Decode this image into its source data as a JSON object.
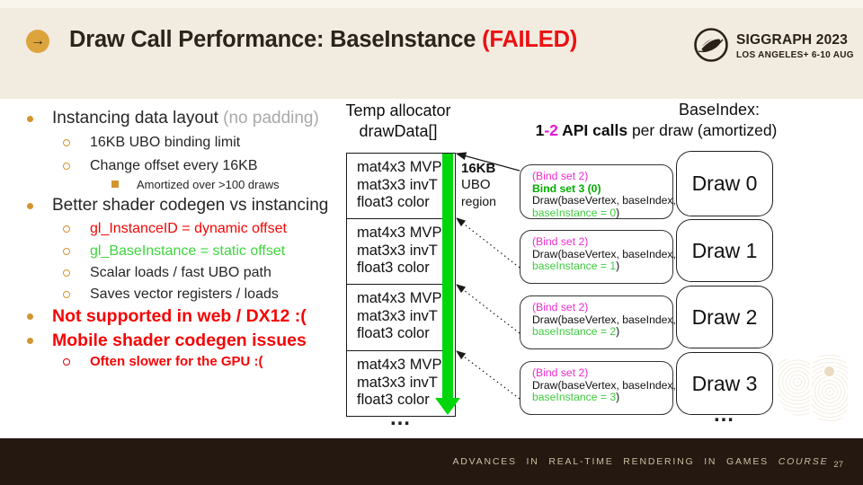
{
  "header": {
    "arrow_glyph": "→",
    "title": "Draw Call Performance: BaseInstance",
    "title_failed": " (FAILED)",
    "logo": {
      "line1": "SIGGRAPH 2023",
      "line2": "LOS ANGELES+  6-10 AUG"
    }
  },
  "left_list": {
    "items": [
      {
        "text": "Instancing data layout ",
        "suffix": "(no padding)"
      },
      {
        "text": "16KB UBO binding limit"
      },
      {
        "text": "Change offset every 16KB"
      },
      {
        "text": "Amortized over >100 draws"
      },
      {
        "text": "Better shader codegen vs instancing"
      },
      {
        "text": "gl_InstanceID  = dynamic offset"
      },
      {
        "text": "gl_BaseInstance = static offset"
      },
      {
        "text": "Scalar loads / fast UBO path"
      },
      {
        "text": "Saves vector registers / loads"
      },
      {
        "text": "Not supported in web / DX12 :("
      },
      {
        "text": "Mobile shader codegen issues"
      },
      {
        "text": "Often slower for the GPU :("
      }
    ]
  },
  "middle": {
    "heading_line1": "Temp allocator",
    "heading_line2": "drawData[]",
    "table_rows": [
      {
        "line1": "mat4x3 MVP",
        "line2": "mat3x3 invT",
        "line3": "float3 color"
      },
      {
        "line1": "mat4x3 MVP",
        "line2": "mat3x3 invT",
        "line3": "float3 color"
      },
      {
        "line1": "mat4x3 MVP",
        "line2": "mat3x3 invT",
        "line3": "float3 color"
      },
      {
        "line1": "mat4x3 MVP",
        "line2": "mat3x3 invT",
        "line3": "float3 color"
      }
    ],
    "ubo_label": {
      "line1": "16KB",
      "line2": "UBO",
      "line3": "region"
    },
    "ellipsis": "…"
  },
  "right": {
    "heading_line1": "BaseIndex:",
    "heading2_prefix": "1",
    "heading2_magenta": "-2",
    "heading2_bold": " API calls",
    "heading2_rest": " per draw (amortized)",
    "call_boxes": [
      {
        "bind2": "(Bind set 2)",
        "bind3": "Bind set 3 (0)",
        "draw": "Draw(baseVertex, baseIndex,",
        "base": "baseInstance = 0",
        "close": ")"
      },
      {
        "bind2": "(Bind set 2)",
        "draw": "Draw(baseVertex, baseIndex,",
        "base": "baseInstance = 1",
        "close": ")"
      },
      {
        "bind2": "(Bind set 2)",
        "draw": "Draw(baseVertex, baseIndex,",
        "base": "baseInstance = 2",
        "close": ")"
      },
      {
        "bind2": "(Bind set 2)",
        "draw": "Draw(baseVertex, baseIndex,",
        "base": "baseInstance = 3",
        "close": ")"
      }
    ],
    "draw_boxes": [
      {
        "label": "Draw 0"
      },
      {
        "label": "Draw 1"
      },
      {
        "label": "Draw 2"
      },
      {
        "label": "Draw 3"
      }
    ],
    "ellipsis": "…"
  },
  "footer": {
    "text": "ADVANCES IN REAL-TIME RENDERING IN GAMES",
    "course": "COURSE",
    "page": "27"
  },
  "colors": {
    "header_bg": "#f2ebe0",
    "accent_gold": "#d2952f",
    "fail_red": "#ec1111",
    "list_red": "#f50505",
    "list_green": "#3fd43f",
    "bind_green": "#00ae00",
    "magenta": "#ee2ad0",
    "green_bar": "#00d60b",
    "footer_bg": "#241810",
    "footer_text": "#cdbfa4"
  }
}
